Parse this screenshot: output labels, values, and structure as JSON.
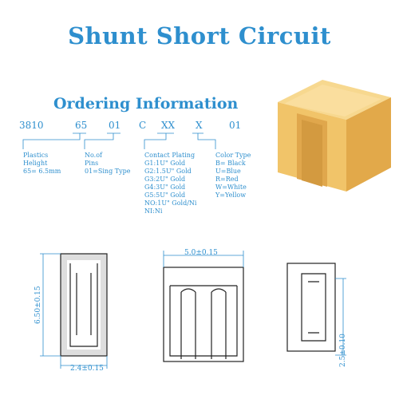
{
  "title": "Shunt Short Circuit",
  "ordering": {
    "heading": "Ordering Information",
    "codes": [
      "3810",
      "65",
      "01",
      "C",
      "XX",
      "X",
      "01"
    ],
    "plastics_height": [
      "Plastics",
      "Helight",
      "65= 6.5mm"
    ],
    "pins": [
      "No.of",
      "Pins",
      "01=Sing Type"
    ],
    "contact_plating": [
      "Contact Plating",
      "G1:1U\" Gold",
      "G2:1.5U\" Gold",
      "G3:2U\" Gold",
      "G4:3U\" Gold",
      "G5:5U\" Gold",
      "NO:1U\" Gold/Ni",
      "NI:Ni"
    ],
    "color_type": [
      "Color Type",
      "B= Black",
      "U=Blue",
      "R=Red",
      "W=White",
      "Y=Yellow"
    ]
  },
  "dimensions": {
    "height": "6.50±0.15",
    "depth": "2.4±0.15",
    "width": "5.0±0.15",
    "side": "2.5±0.10"
  },
  "colors": {
    "accent": "#2e8fce",
    "shunt_body": "#f2c66b"
  }
}
